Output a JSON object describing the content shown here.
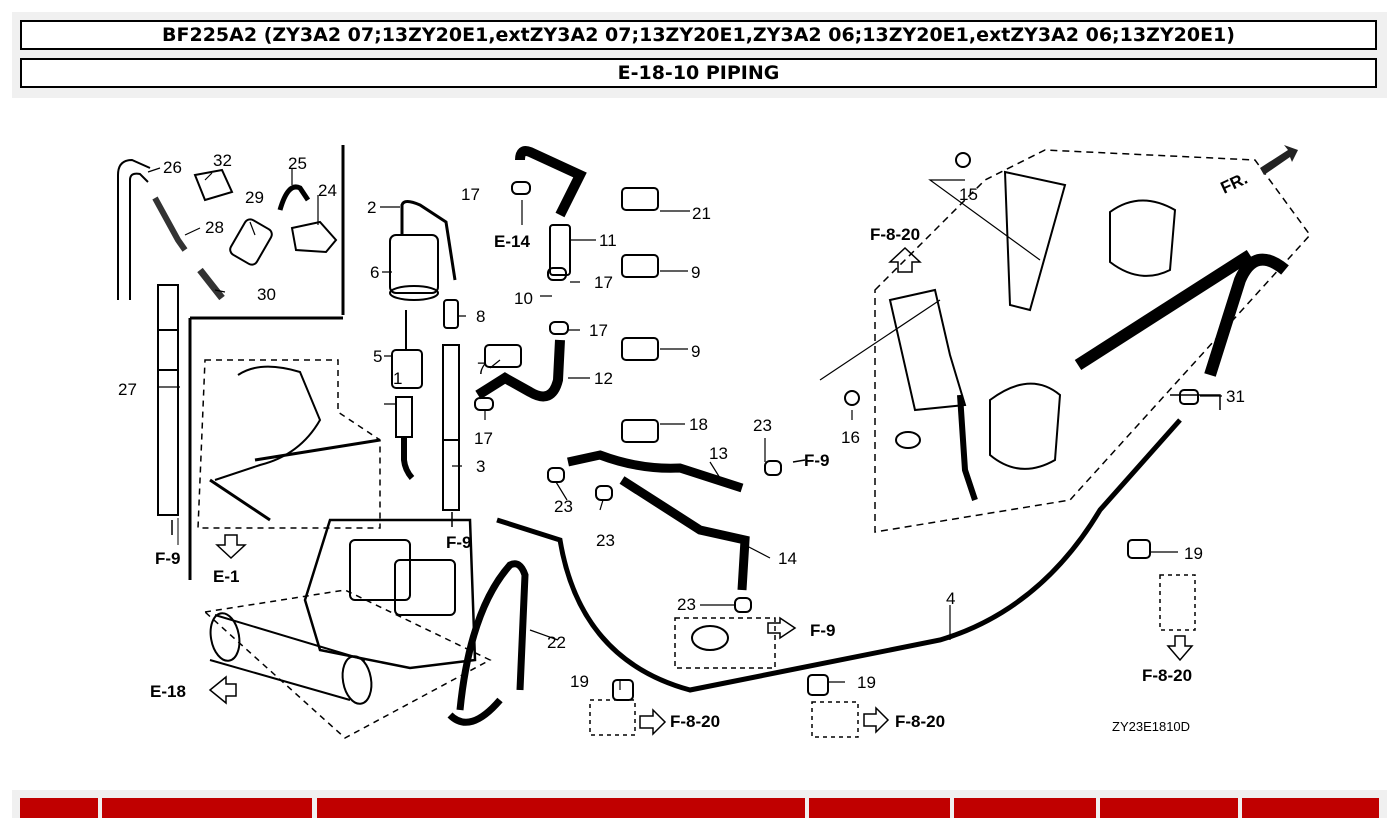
{
  "header": {
    "model_line": "BF225A2 (ZY3A2 07;13ZY20E1,extZY3A2 07;13ZY20E1,ZY3A2 06;13ZY20E1,extZY3A2 06;13ZY20E1)",
    "section_line": "E-18-10 PIPING"
  },
  "diagram": {
    "callouts": [
      "1",
      "2",
      "3",
      "4",
      "5",
      "6",
      "7",
      "8",
      "9",
      "9",
      "10",
      "11",
      "12",
      "13",
      "14",
      "15",
      "16",
      "17",
      "17",
      "17",
      "17",
      "18",
      "19",
      "19",
      "19",
      "21",
      "22",
      "23",
      "23",
      "23",
      "23",
      "24",
      "25",
      "26",
      "27",
      "28",
      "29",
      "30",
      "31",
      "32"
    ],
    "refs": [
      "E-14",
      "E-1",
      "E-18",
      "F-9",
      "F-9",
      "F-9",
      "F-9",
      "F-8-20",
      "F-8-20",
      "F-8-20",
      "F-8-20"
    ],
    "direction_label": "FR.",
    "drawing_code": "ZY23E1810D"
  },
  "colors": {
    "accent_bar": "#c00000",
    "header_bg": "#f0f0f0"
  }
}
